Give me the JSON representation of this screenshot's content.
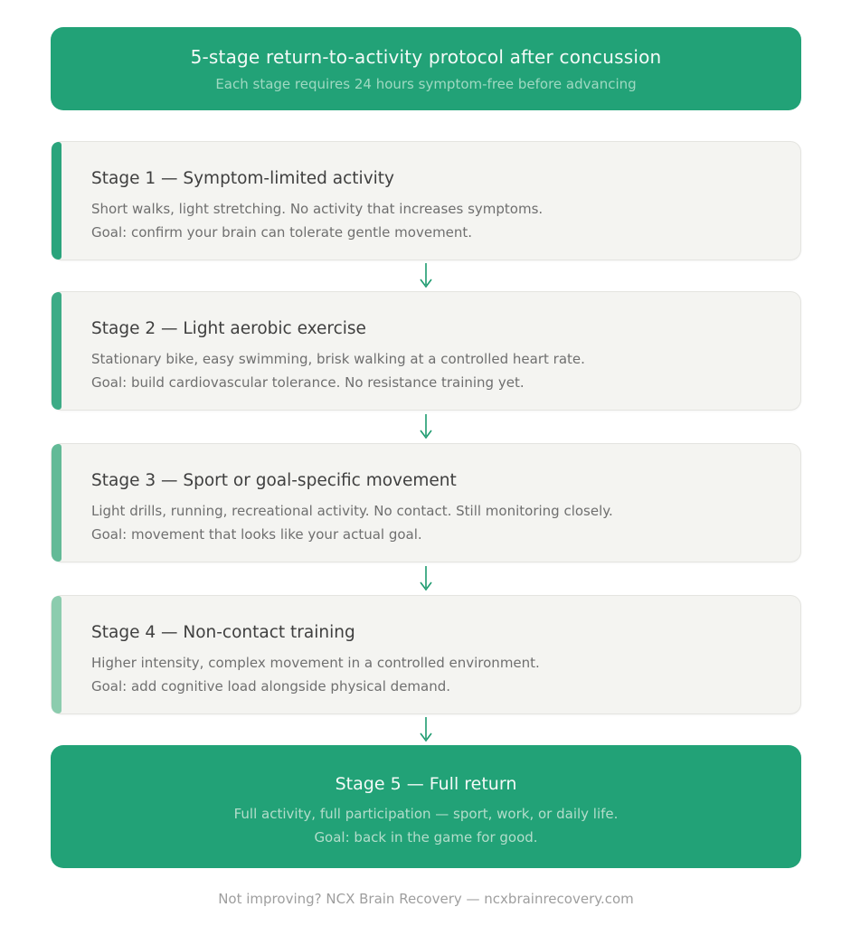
{
  "header": {
    "title": "5-stage return-to-activity protocol after concussion",
    "subtitle": "Each stage requires 24 hours symptom-free before advancing"
  },
  "stages": [
    {
      "title": "Stage 1 — Symptom-limited activity",
      "line1": "Short walks, light stretching. No activity that increases symptoms.",
      "line2": "Goal: confirm your brain can tolerate gentle movement.",
      "accent": "#2aa47c"
    },
    {
      "title": "Stage 2 — Light aerobic exercise",
      "line1": "Stationary bike, easy swimming, brisk walking at a controlled heart rate.",
      "line2": "Goal: build cardiovascular tolerance. No resistance training yet.",
      "accent": "#3dab86"
    },
    {
      "title": "Stage 3 — Sport or goal-specific movement",
      "line1": "Light drills, running, recreational activity. No contact. Still monitoring closely.",
      "line2": "Goal: movement that looks like your actual goal.",
      "accent": "#63ba97"
    },
    {
      "title": "Stage 4 — Non-contact training",
      "line1": "Higher intensity, complex movement in a controlled environment.",
      "line2": "Goal: add cognitive load alongside physical demand.",
      "accent": "#8cccae"
    }
  ],
  "final_stage": {
    "title": "Stage 5 — Full return",
    "line1": "Full activity, full participation — sport, work, or daily life.",
    "line2": "Goal: back in the game for good."
  },
  "footer": {
    "text": "Not improving? NCX Brain Recovery — ncxbrainrecovery.com"
  },
  "colors": {
    "primary_green": "#22a277",
    "arrow_green": "#1e9b70",
    "card_background": "#f4f4f1",
    "card_border": "#e4e4e0"
  }
}
